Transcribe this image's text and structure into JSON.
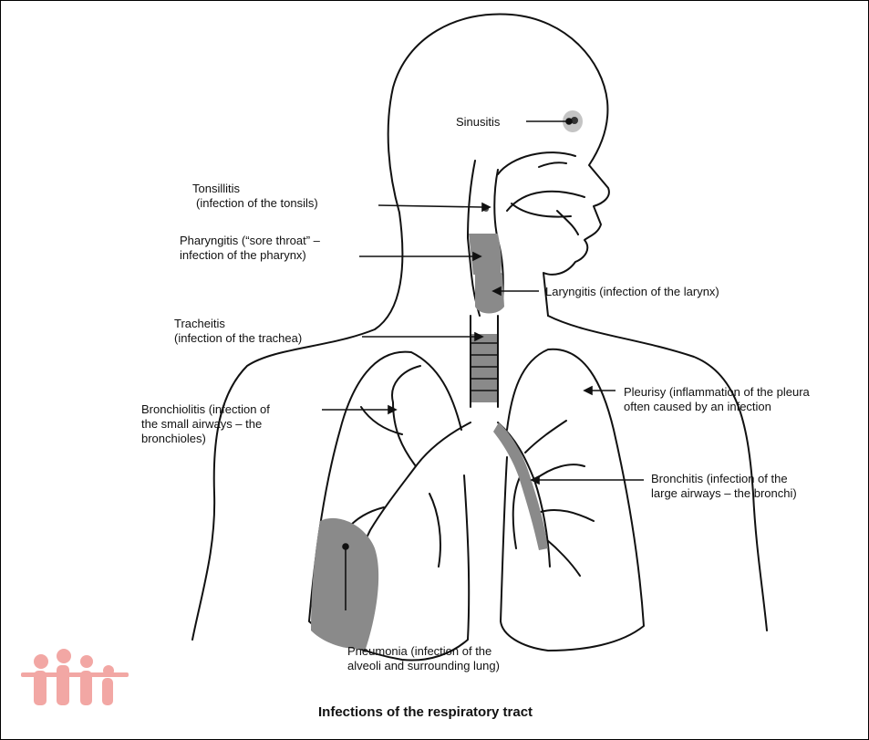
{
  "diagram": {
    "caption": "Infections of the respiratory tract",
    "labels": {
      "sinusitis": [
        "Sinusitis"
      ],
      "tonsillitis": [
        "Tonsillitis",
        "(infection of the tonsils)"
      ],
      "pharyngitis": [
        "Pharyngitis (“sore throat” –",
        "infection of the pharynx)"
      ],
      "laryngitis": [
        "Laryngitis (infection of the larynx)"
      ],
      "tracheitis": [
        "Tracheitis",
        "(infection of the  trachea)"
      ],
      "bronchiolitis": [
        "Bronchiolitis (infection of",
        "the small airways – the",
        "bronchioles)"
      ],
      "pleurisy": [
        "Pleurisy (inflammation of the pleura",
        "often caused by an infection"
      ],
      "bronchitis": [
        "Bronchitis (infection of the",
        "large airways – the bronchi)"
      ],
      "pneumonia": [
        "Pneumonia (infection of the",
        "alveoli and surrounding lung)"
      ]
    },
    "colors": {
      "ink": "#111111",
      "infection_shade": "#8a8a8a",
      "light_shade": "#c4c4c4",
      "logo_red": "#e8605a"
    }
  }
}
